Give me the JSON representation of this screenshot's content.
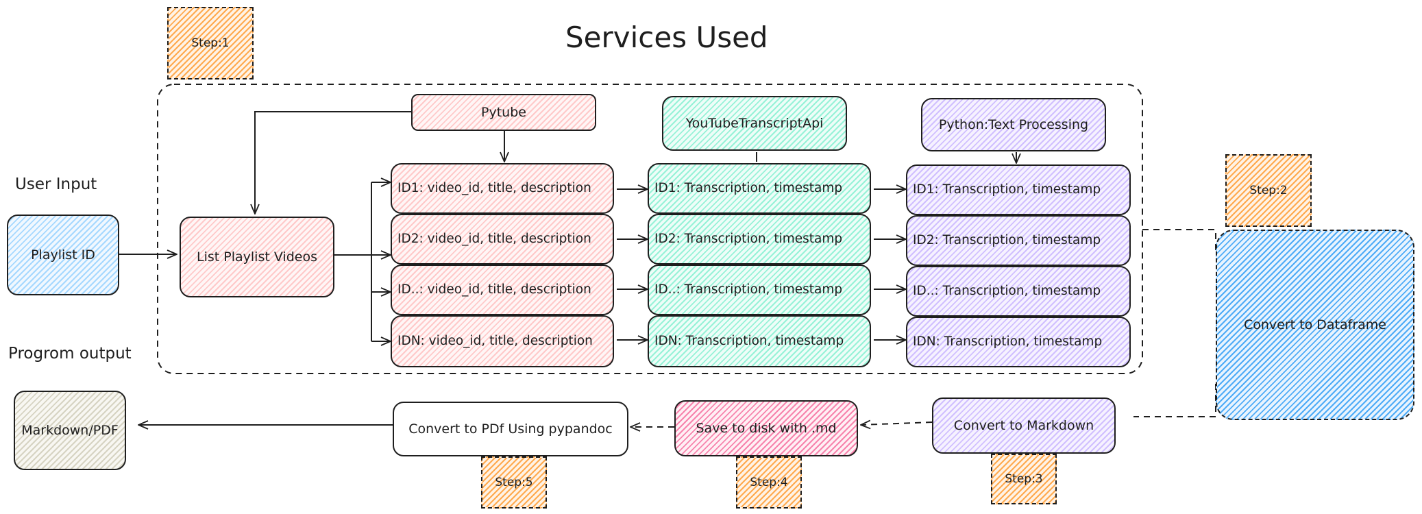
{
  "title": "Services Used",
  "labels": {
    "user_input": "User Input",
    "program_output": "Progrom output"
  },
  "nodes": {
    "playlist_id": "Playlist ID",
    "list_playlist_videos": "List Playlist Videos",
    "pytube": "Pytube",
    "youtube_transcript_api": "YouTubeTranscriptApi",
    "python_text_processing": "Python:Text Processing",
    "convert_to_dataframe": "Convert to Dataframe",
    "convert_to_markdown": "Convert to Markdown",
    "save_to_disk": "Save to disk with .md",
    "convert_to_pdf": "Convert to PDf Using pypandoc",
    "markdown_pdf": "Markdown/PDF"
  },
  "video_rows": [
    "ID1: video_id, title, description",
    "ID2: video_id, title, description",
    "ID..: video_id, title, description",
    "IDN: video_id, title, description"
  ],
  "transcript_rows": [
    "ID1: Transcription, timestamp",
    "ID2: Transcription, timestamp",
    "ID..: Transcription, timestamp",
    "IDN: Transcription, timestamp"
  ],
  "processed_rows": [
    "ID1: Transcription, timestamp",
    "ID2: Transcription, timestamp",
    "ID..: Transcription, timestamp",
    "IDN: Transcription, timestamp"
  ],
  "steps": {
    "step1": "Step:1",
    "step2": "Step:2",
    "step3": "Step:3",
    "step4": "Step:4",
    "step5": "Step:5"
  },
  "colors": {
    "pytube": "#ffc9c9",
    "transcript": "#96f2d7",
    "processing": "#d0bfff",
    "dataframe": "#4dabf7",
    "step": "#ffa94d",
    "save": "#f783ac",
    "output": "#d6d3c2",
    "stroke": "#1e1e1e"
  }
}
